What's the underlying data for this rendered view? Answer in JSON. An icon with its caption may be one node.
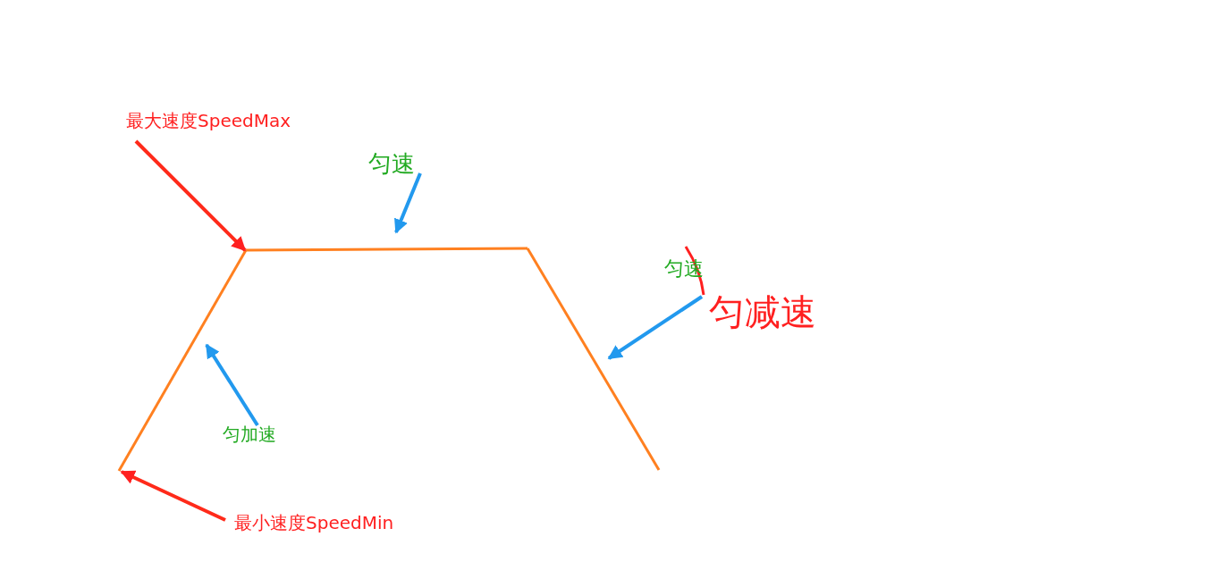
{
  "diagram": {
    "nodes": [
      {
        "text": [
          "最大速度SpeedMax"
        ]
      },
      {
        "text": [
          "匀速"
        ]
      },
      {
        "text": [
          "匀减速"
        ]
      },
      {
        "text": [
          "匀加速"
        ]
      },
      {
        "text": [
          "最小速度SpeedMin"
        ]
      },
      {
        "text": [],
        "shape": "line"
      },
      {
        "text": [],
        "shape": "line"
      },
      {
        "text": [],
        "shape": "line"
      }
    ],
    "edges": [
      {
        "from": 0,
        "to": 6,
        "arrow": "to",
        "color": "#ff2a1a"
      },
      {
        "from": 1,
        "to": 6,
        "arrow": "to"
      },
      {
        "from": 2,
        "to": 7,
        "arrow": "to"
      },
      {
        "from": 3,
        "to": 5,
        "arrow": "to"
      },
      {
        "from": 4,
        "to": 5,
        "arrow": "to",
        "color": "#ff2a1a"
      }
    ],
    "labels": [
      "匀速"
    ]
  }
}
